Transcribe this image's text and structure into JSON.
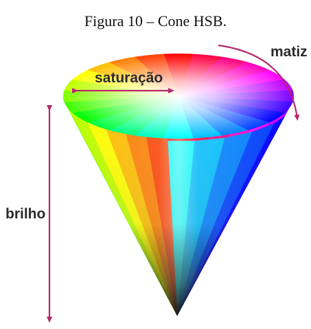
{
  "caption": "Figura 10 – Cone HSB.",
  "labels": {
    "hue": "matiz",
    "saturation": "saturação",
    "brightness": "brilho"
  },
  "colors": {
    "arrow": "#b5286b",
    "label_text": "#2b2b2b",
    "apex": "#000000",
    "center": "#ffffff"
  },
  "hue_wheel": [
    "#ff0000",
    "#ff4000",
    "#ff8000",
    "#ffbf00",
    "#ffff00",
    "#bfff00",
    "#80ff00",
    "#40ff00",
    "#00ff00",
    "#00ff40",
    "#00ff80",
    "#00ffbf",
    "#00ffff",
    "#00bfff",
    "#0080ff",
    "#0040ff",
    "#0000ff",
    "#4000ff",
    "#8000ff",
    "#bf00ff",
    "#ff00ff",
    "#ff00bf",
    "#ff0080",
    "#ff0040"
  ]
}
